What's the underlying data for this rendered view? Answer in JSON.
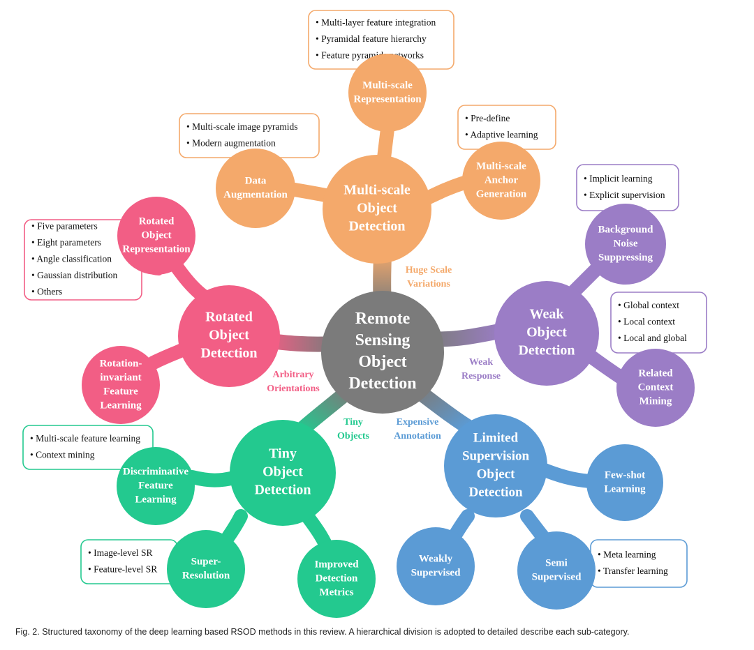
{
  "colors": {
    "center": "#7b7b7b",
    "multiscale": "#f4a96b",
    "rotated": "#f25e85",
    "weak": "#9b7dc6",
    "tiny": "#23c98f",
    "limited": "#5b9bd5"
  },
  "center": {
    "label": [
      "Remote",
      "Sensing",
      "Object",
      "Detection"
    ]
  },
  "categories": [
    {
      "id": "multiscale",
      "label": [
        "Multi-scale",
        "Object",
        "Detection"
      ],
      "challenge": [
        "Huge Scale",
        "Variations"
      ],
      "subs": [
        {
          "id": "multiscale-representation",
          "label": [
            "Multi-scale",
            "Representation"
          ],
          "items": [
            "Multi-layer feature integration",
            "Pyramidal feature hierarchy",
            "Feature pyramids networks"
          ]
        },
        {
          "id": "data-augmentation",
          "label": [
            "Data",
            "Augmentation"
          ],
          "items": [
            "Multi-scale image pyramids",
            "Modern augmentation"
          ]
        },
        {
          "id": "anchor-generation",
          "label": [
            "Multi-scale",
            "Anchor",
            "Generation"
          ],
          "items": [
            "Pre-define",
            "Adaptive learning"
          ]
        }
      ]
    },
    {
      "id": "rotated",
      "label": [
        "Rotated",
        "Object",
        "Detection"
      ],
      "challenge": [
        "Arbitrary",
        "Orientations"
      ],
      "subs": [
        {
          "id": "rotated-representation",
          "label": [
            "Rotated",
            "Object",
            "Representation"
          ],
          "items": [
            "Five parameters",
            "Eight parameters",
            "Angle classification",
            "Gaussian distribution",
            "Others"
          ]
        },
        {
          "id": "rotation-invariant",
          "label": [
            "Rotation-",
            "invariant",
            "Feature",
            "Learning"
          ],
          "items": []
        }
      ]
    },
    {
      "id": "weak",
      "label": [
        "Weak",
        "Object",
        "Detection"
      ],
      "challenge": [
        "Weak",
        "Response"
      ],
      "subs": [
        {
          "id": "background-noise",
          "label": [
            "Background",
            "Noise",
            "Suppressing"
          ],
          "items": [
            "Implicit learning",
            "Explicit supervision"
          ]
        },
        {
          "id": "context-mining",
          "label": [
            "Related",
            "Context",
            "Mining"
          ],
          "items": [
            "Global context",
            "Local context",
            "Local and global"
          ]
        }
      ]
    },
    {
      "id": "tiny",
      "label": [
        "Tiny",
        "Object",
        "Detection"
      ],
      "challenge": [
        "Tiny",
        "Objects"
      ],
      "subs": [
        {
          "id": "discriminative",
          "label": [
            "Discriminative",
            "Feature",
            "Learning"
          ],
          "items": [
            "Multi-scale feature learning",
            "Context mining"
          ]
        },
        {
          "id": "super-resolution",
          "label": [
            "Super-",
            "Resolution"
          ],
          "items": [
            "Image-level SR",
            "Feature-level SR"
          ]
        },
        {
          "id": "metrics",
          "label": [
            "Improved",
            "Detection",
            "Metrics"
          ],
          "items": []
        }
      ]
    },
    {
      "id": "limited",
      "label": [
        "Limited",
        "Supervision",
        "Object",
        "Detection"
      ],
      "challenge": [
        "Expensive",
        "Annotation"
      ],
      "subs": [
        {
          "id": "few-shot",
          "label": [
            "Few-shot",
            "Learning"
          ],
          "items": []
        },
        {
          "id": "weakly",
          "label": [
            "Weakly",
            "Supervised"
          ],
          "items": []
        },
        {
          "id": "semi",
          "label": [
            "Semi",
            "Supervised"
          ],
          "items": [
            "Meta learning",
            "Transfer learning"
          ]
        }
      ]
    }
  ],
  "caption": "Fig. 2.  Structured taxonomy of the deep learning based RSOD methods in this review. A hierarchical division is adopted to detailed describe each sub-category."
}
